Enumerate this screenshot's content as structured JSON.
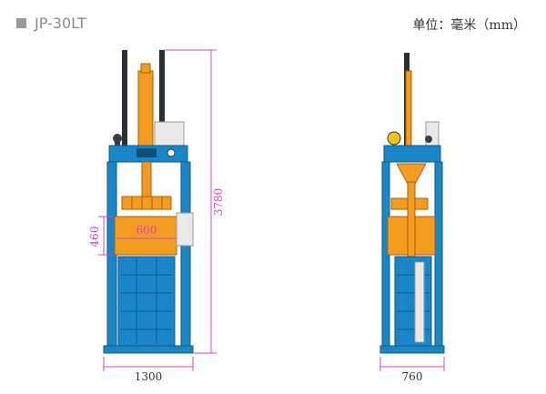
{
  "header": {
    "model": "JP-30LT",
    "unit_label": "单位：毫米（mm）"
  },
  "dimensions": {
    "total_height": "3780",
    "chamber_height": "460",
    "opening_width": "600",
    "front_width": "1300",
    "side_width": "760"
  },
  "colors": {
    "frame_blue": "#1a86c8",
    "orange": "#f39c1f",
    "dimension_magenta": "#e040c8",
    "panel_gray": "#e9e9e9"
  }
}
